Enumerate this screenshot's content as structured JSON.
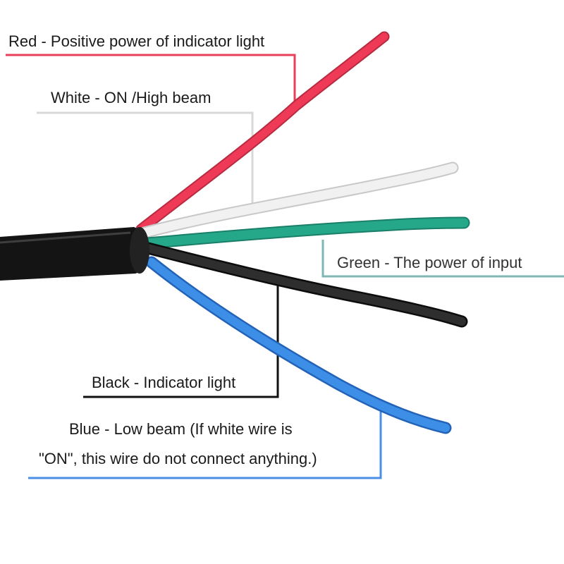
{
  "labels": {
    "red": "Red - Positive power of indicator light",
    "white": "White - ON /High beam",
    "green": "Green - The power of input",
    "black": "Black - Indicator light",
    "blue_line1": "Blue - Low beam (If white wire is",
    "blue_line2": "\"ON\", this wire do not connect anything.)"
  },
  "colors": {
    "red_wire": "#ee3a57",
    "white_wire": "#f1f1f1",
    "green_wire": "#25a88a",
    "black_wire": "#2e2e2e",
    "blue_wire": "#3d8ee6",
    "cable_jacket": "#141414",
    "red_leader": "#e8405a",
    "white_leader": "#d8d8d8",
    "green_leader": "#7fb7b3",
    "black_leader": "#111111",
    "blue_leader": "#4a8ee6"
  }
}
